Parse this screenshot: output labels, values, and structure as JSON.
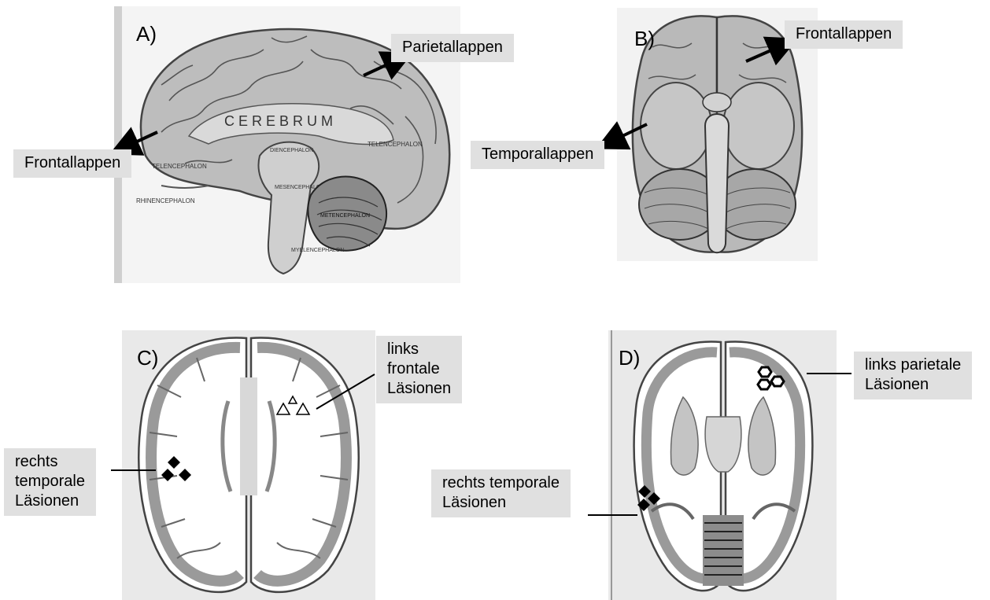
{
  "panels": {
    "a": {
      "letter": "A)",
      "labels": {
        "frontal": "Frontallappen",
        "parietal": "Parietallappen"
      },
      "engraved": {
        "cerebrum": "C E R E B R U M",
        "telencephalon_left": "TELENCEPHALON",
        "telencephalon_right": "TELENCEPHALON",
        "rhinencephalon": "RHINENCEPHALON",
        "diencephalon": "DIENCEPHALON",
        "mesencephalon": "MESENCEPHALON",
        "metencephalon": "METENCEPHALON",
        "myelencephalon": "MYELENCEPHALON"
      }
    },
    "b": {
      "letter": "B)",
      "labels": {
        "frontal": "Frontallappen",
        "temporal": "Temporallappen"
      }
    },
    "c": {
      "letter": "C)",
      "labels": {
        "left_frontal": "links\nfrontale\nLäsionen",
        "right_temporal": "rechts\ntemporale\nLäsionen"
      }
    },
    "d": {
      "letter": "D)",
      "labels": {
        "left_parietal": "links parietale\nLäsionen",
        "right_temporal": "rechts temporale\nLäsionen"
      }
    }
  },
  "colors": {
    "label_bg": "#e0e0e0",
    "panel_bg": "#eaeaea",
    "tissue": "#c9c9c9",
    "ink": "#000000"
  }
}
